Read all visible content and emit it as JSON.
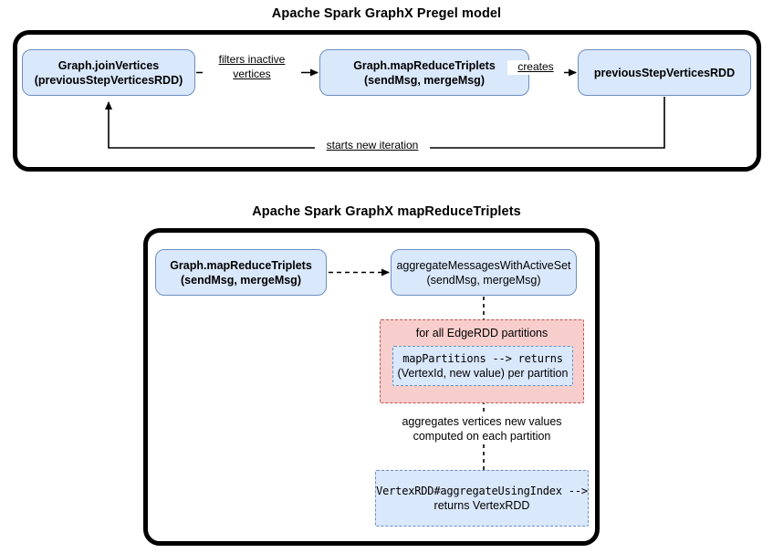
{
  "diagrams": [
    {
      "title": "Apache Spark GraphX Pregel model",
      "nodes": [
        {
          "name": "graph-joinvertices",
          "line1": "Graph.joinVertices",
          "line2": "(previousStepVerticesRDD)"
        },
        {
          "name": "graph-mapreducetriplets",
          "line1": "Graph.mapReduceTriplets",
          "line2": "(sendMsg, mergeMsg)"
        },
        {
          "name": "previous-step-vertices-rdd",
          "line1": "previousStepVerticesRDD",
          "line2": ""
        }
      ],
      "edges": [
        {
          "name": "filters-inactive-vertices",
          "line1": "filters inactive",
          "line2": "vertices"
        },
        {
          "name": "creates",
          "line1": "creates",
          "line2": ""
        },
        {
          "name": "starts-new-iteration",
          "line1": "starts new iteration",
          "line2": ""
        }
      ]
    },
    {
      "title": "Apache Spark GraphX mapReduceTriplets",
      "nodes": [
        {
          "name": "graph-mapreducetriplets",
          "line1": "Graph.mapReduceTriplets",
          "line2": "(sendMsg, mergeMsg)"
        },
        {
          "name": "aggregate-messages-with-active-set",
          "line1": "aggregateMessagesWithActiveSet",
          "line2": "(sendMsg, mergeMsg)"
        }
      ],
      "group": {
        "name": "for-all-edgerdd-partitions",
        "label": "for all EdgeRDD partitions",
        "inner": {
          "name": "map-partitions",
          "line1": "mapPartitions --> returns",
          "line2": "(VertexId, new value) per partition"
        }
      },
      "annotation": {
        "line1": "aggregates vertices new values",
        "line2": "computed on each partition"
      },
      "result": {
        "name": "vertexrdd-aggregate-using-index",
        "line1": "VertexRDD#aggregateUsingIndex -->",
        "line2": "returns VertexRDD"
      }
    }
  ],
  "colors": {
    "node_fill": "#dae8fc",
    "node_border": "#6c8ebf",
    "group_fill": "#f8cecc",
    "group_border": "#b85450",
    "container_border": "#000000",
    "background": "#ffffff",
    "text": "#000000"
  }
}
